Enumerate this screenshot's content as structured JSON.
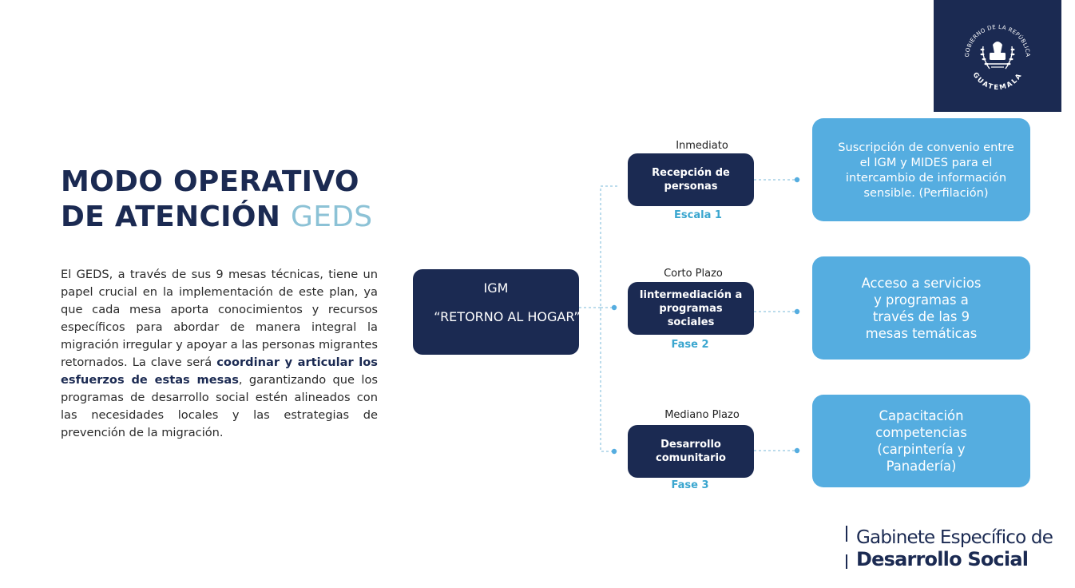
{
  "seal": {
    "top_text": "GOBIERNO DE LA REPÚBLICA",
    "bottom_text": "GUATEMALA"
  },
  "title": {
    "line1": "MODO OPERATIVO",
    "line2_main": "DE ATENCIÓN",
    "line2_accent": "GEDS"
  },
  "description": {
    "part1": "El GEDS, a través de sus 9 mesas técnicas, tiene un papel crucial en la implementación de este plan, ya que cada mesa aporta conocimientos y recursos específicos para abordar de manera integral la migración irregular y apoyar a las personas migrantes retornados. La clave será ",
    "bold": "coordinar y articular los esfuerzos de estas mesas",
    "part2": ", garantizando que los programas de desarrollo social estén alineados con las necesidades locales y las estrategias de prevención de la migración."
  },
  "main_node": {
    "line1": "IGM",
    "line2": "“RETORNO AL HOGAR”"
  },
  "steps": [
    {
      "timeframe": "Inmediato",
      "label": "Recepción de personas",
      "phase": "Escala  1",
      "result": "Suscripción de convenio entre el IGM y MIDES para el intercambio de información sensible. (Perfilación)"
    },
    {
      "timeframe": "Corto Plazo",
      "label": "Iintermediación a programas sociales",
      "phase": "Fase 2",
      "result": "Acceso a servicios y programas a través de las 9 mesas temáticas"
    },
    {
      "timeframe": "Mediano Plazo",
      "label": "Desarrollo comunitario",
      "phase": "Fase 3",
      "result": "Capacitación competencias (carpintería y Panadería)"
    }
  ],
  "footer": {
    "line1": "Gabinete Específico de",
    "line2": "Desarrollo Social"
  },
  "colors": {
    "navy": "#1b2a52",
    "light_blue": "#55ade0",
    "accent_text": "#8cc2d6",
    "phase_text": "#3aa6cf"
  }
}
